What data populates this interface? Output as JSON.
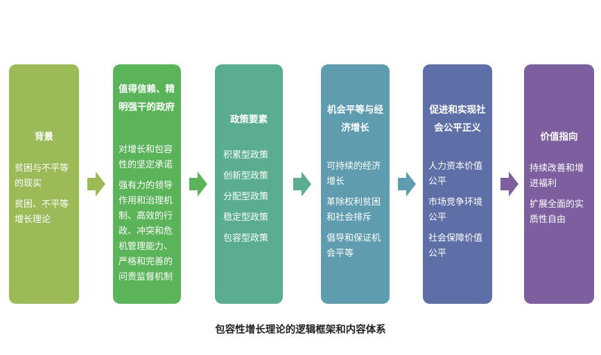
{
  "columns": [
    {
      "title": "背景",
      "items": [
        "贫困与不平等的现实",
        "贫困、不平等增长理论"
      ],
      "color": "#9bbb59"
    },
    {
      "title": "值得信赖、精明强干的政府",
      "items": [
        "对增长和包容性的坚定承诺",
        "强有力的领导作用和治理机制、高效的行政、冲突和危机管理能力、严格和完善的问责监督机制"
      ],
      "color": "#5bb35a"
    },
    {
      "title": "政策要素",
      "items": [
        "积累型政策",
        "创新型政策",
        "分配型政策",
        "稳定型政策",
        "包容型政策"
      ],
      "color": "#5aae8f"
    },
    {
      "title": "机会平等与经济增长",
      "items": [
        "可持续的经济增长",
        "革除权利贫困和社会排斥",
        "倡导和保证机会平等"
      ],
      "color": "#5f9caf"
    },
    {
      "title": "促进和实现社会公平正义",
      "items": [
        "人力资本价值公平",
        "市场竞争环境公平",
        "社会保障价值公平"
      ],
      "color": "#5e6fa7"
    },
    {
      "title": "价值指向",
      "items": [
        "持续改善和增进福利",
        "扩展全面的实质性自由"
      ],
      "color": "#7d5fa0"
    }
  ],
  "arrow_colors": [
    "#9bbb59",
    "#5bb35a",
    "#5aae8f",
    "#5f9caf",
    "#5e6fa7",
    "#7d5fa0"
  ],
  "caption": "包容性增长理论的逻辑框架和内容体系"
}
